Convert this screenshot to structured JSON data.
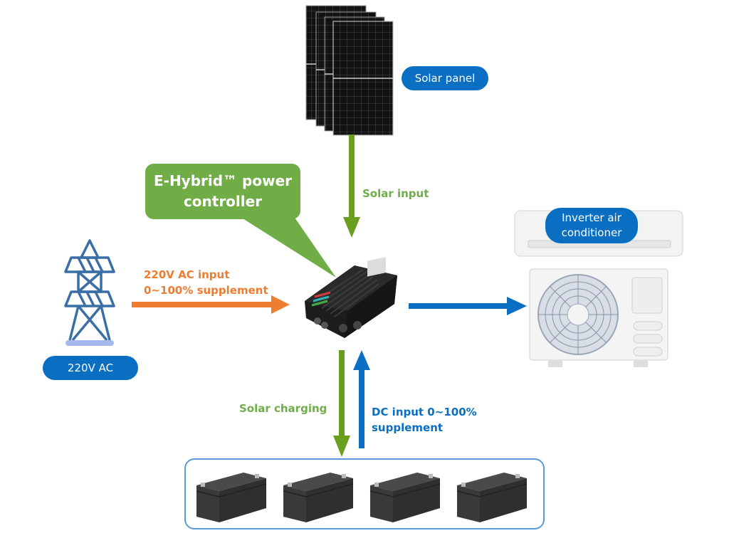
{
  "diagram": {
    "nodes": {
      "solar_panel": {
        "label": "Solar panel"
      },
      "controller": {
        "callout_line1": "E-Hybrid™ power",
        "callout_line2": "controller"
      },
      "grid": {
        "label": "220V AC"
      },
      "air_conditioner": {
        "label_line1": "Inverter air",
        "label_line2": "conditioner"
      },
      "battery_bank": {
        "battery_count": 4
      }
    },
    "flows": {
      "solar_input": {
        "label": "Solar input",
        "from": "solar_panel",
        "to": "controller"
      },
      "ac_input": {
        "label_line1": "220V AC input",
        "label_line2": "0~100% supplement",
        "from": "grid",
        "to": "controller"
      },
      "output": {
        "from": "controller",
        "to": "air_conditioner"
      },
      "solar_charging": {
        "label": "Solar charging",
        "from": "controller",
        "to": "battery_bank"
      },
      "dc_input": {
        "label_line1": "DC input 0~100%",
        "label_line2": "supplement",
        "from": "battery_bank",
        "to": "controller"
      }
    },
    "colors": {
      "blue": "#0a6fc2",
      "green": "#70ad47",
      "arrow_green": "#6a9e1f",
      "orange": "#ed7d31",
      "frame_blue": "#5b9bd5"
    }
  }
}
